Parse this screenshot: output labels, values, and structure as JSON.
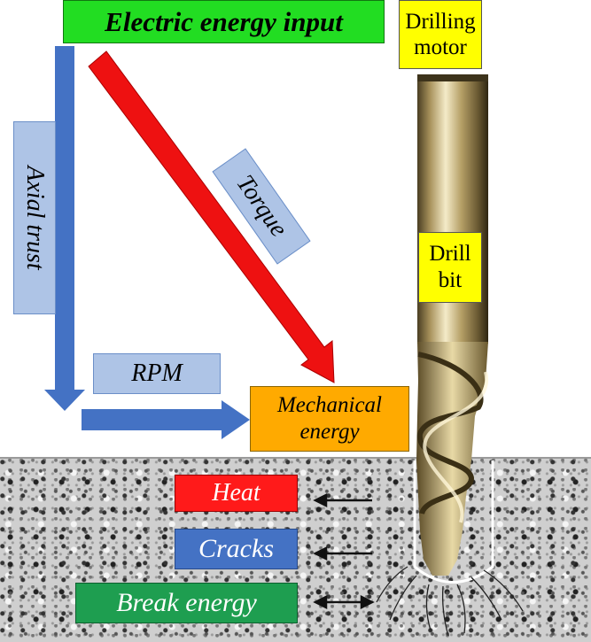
{
  "labels": {
    "electric": "Electric energy input",
    "motor": "Drilling motor",
    "torque": "Torque",
    "axial": "Axial trust",
    "rpm": "RPM",
    "mechanical": "Mechanical energy",
    "drill_bit": "Drill bit",
    "heat": "Heat",
    "cracks": "Cracks",
    "break": "Break energy"
  },
  "colors": {
    "electric_bg": "#22dd22",
    "motor_bg": "#ffff00",
    "drill_bit_bg": "#ffff00",
    "mechanical_bg": "#ffaa00",
    "heat_bg": "#ff1a1a",
    "cracks_bg": "#4472c4",
    "break_bg": "#1e9e50",
    "label_bg": "#aec4e6",
    "blue_arrow": "#4472c4",
    "red_arrow": "#ee1111"
  }
}
